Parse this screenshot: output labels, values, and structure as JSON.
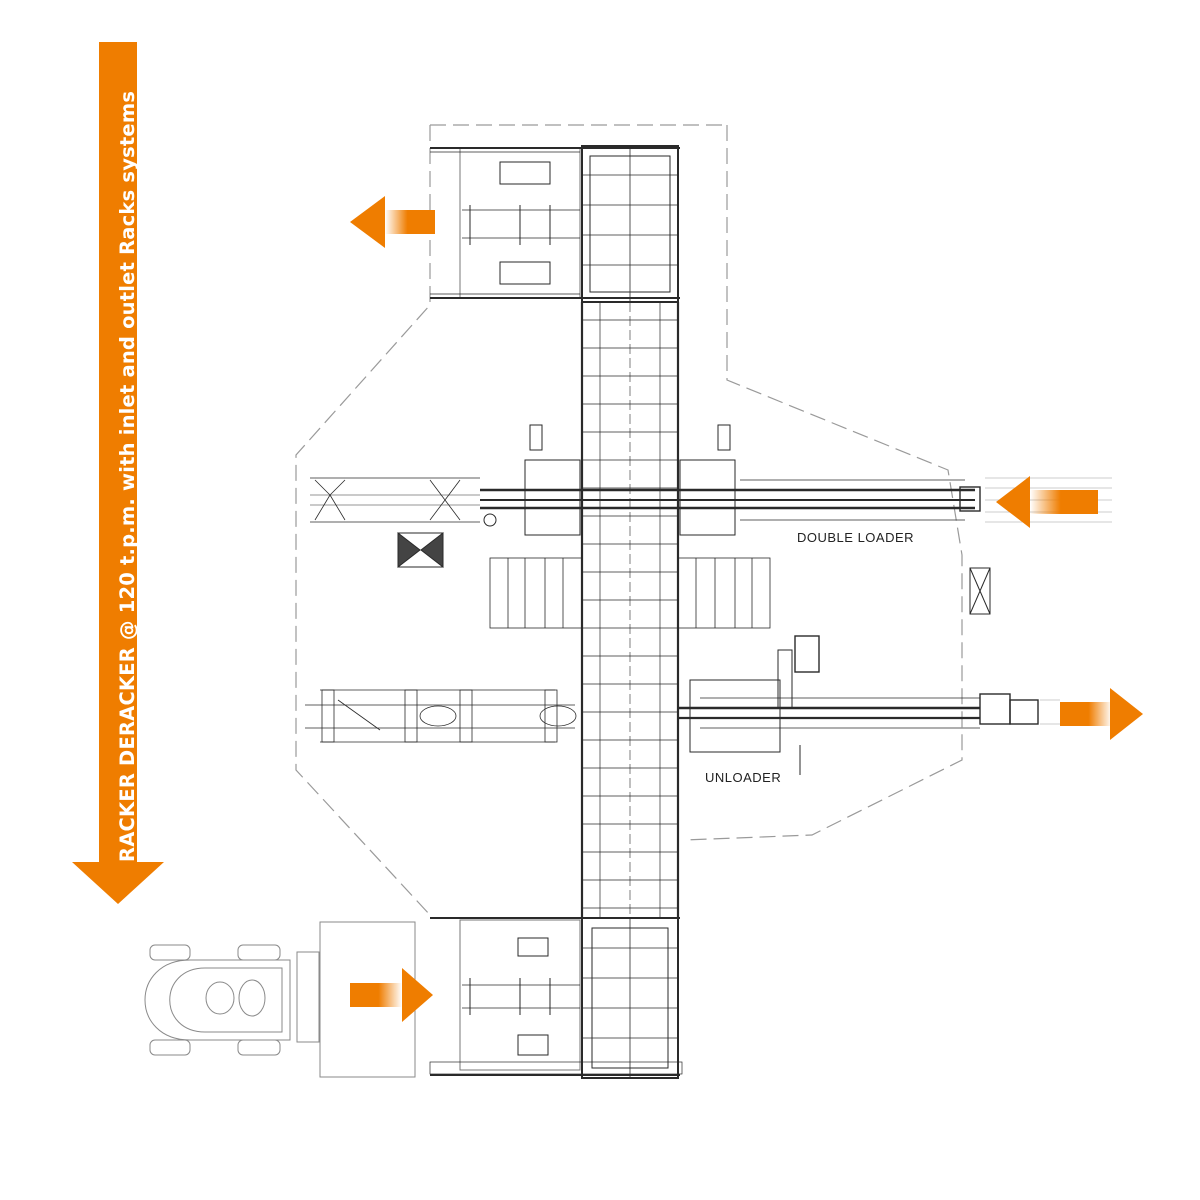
{
  "title": "RACKER DERACKER @ 120 t.p.m. with inlet and outlet Racks systems",
  "labels": {
    "double_loader": "DOUBLE LOADER",
    "unloader": "UNLOADER"
  },
  "colors": {
    "accent": "#ef7d00",
    "line": "#2a2a2a",
    "dash": "#9a9a9a",
    "light": "#bdbdbd"
  }
}
